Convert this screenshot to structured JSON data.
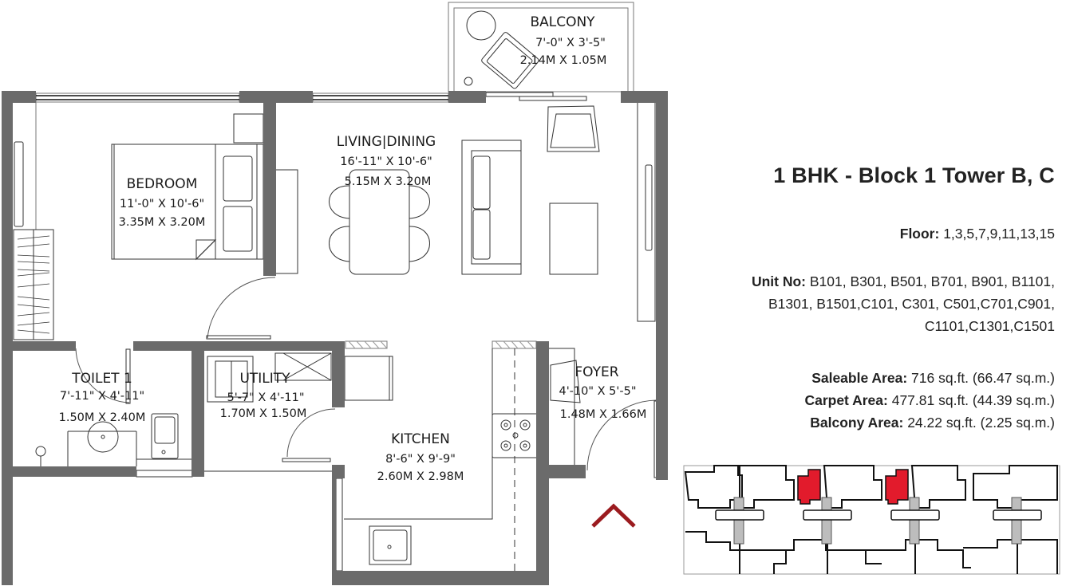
{
  "header": {
    "title": "1 BHK - Block 1 Tower B, C"
  },
  "details": {
    "floor_label": "Floor:",
    "floor_value": "1,3,5,7,9,11,13,15",
    "unit_label": "Unit No:",
    "unit_line_1": "B101, B301, B501, B701, B901, B1101,",
    "unit_line_2": "B1301, B1501,C101, C301, C501,C701,C901,",
    "unit_line_3": "C1101,C1301,C1501",
    "saleable_label": "Saleable Area:",
    "saleable_value": "716 sq.ft. (66.47 sq.m.)",
    "carpet_label": "Carpet Area:",
    "carpet_value": "477.81 sq.ft. (44.39 sq.m.)",
    "balcony_label": "Balcony Area:",
    "balcony_value": "24.22 sq.ft. (2.25 sq.m.)"
  },
  "rooms": {
    "balcony": {
      "name": "BALCONY",
      "dim_ft": "7'-0\" X 3'-5\"",
      "dim_m": "2.14M X 1.05M"
    },
    "bedroom": {
      "name": "BEDROOM",
      "dim_ft": "11'-0\" X 10'-6\"",
      "dim_m": "3.35M X 3.20M"
    },
    "living": {
      "name": "LIVING|DINING",
      "dim_ft": "16'-11\" X 10'-6\"",
      "dim_m": "5.15M X 3.20M"
    },
    "toilet": {
      "name": "TOILET 1",
      "dim_ft": "7'-11\" X 4'-11\"",
      "dim_m": "1.50M X 2.40M"
    },
    "utility": {
      "name": "UTILITY",
      "dim_ft": "5'-7\" X 4'-11\"",
      "dim_m": "1.70M X 1.50M"
    },
    "kitchen": {
      "name": "KITCHEN",
      "dim_ft": "8'-6\" X 9'-9\"",
      "dim_m": "2.60M X 2.98M"
    },
    "foyer": {
      "name": "FOYER",
      "dim_ft": "4'-10\" X 5'-5\"",
      "dim_m": "1.48M X 1.66M"
    }
  },
  "colors": {
    "wall": "#6b6b6b",
    "line": "#333333",
    "highlight": "#e21b2c",
    "entry_arrow": "#9b1b1f",
    "core": "#bdbdbd"
  },
  "icons": {
    "entry": "chevron-up-icon"
  }
}
